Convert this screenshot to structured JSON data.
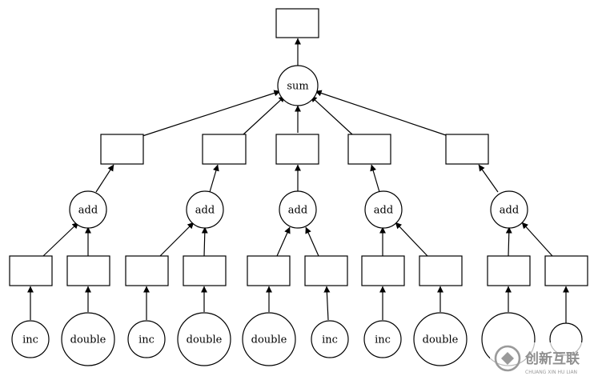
{
  "diagram": {
    "labels": {
      "sum": "sum",
      "add": "add",
      "inc": "inc",
      "double": "double"
    }
  },
  "watermark": {
    "brand_text": "创新互联",
    "sub_text": "CHUANG XIN HU LIAN"
  }
}
